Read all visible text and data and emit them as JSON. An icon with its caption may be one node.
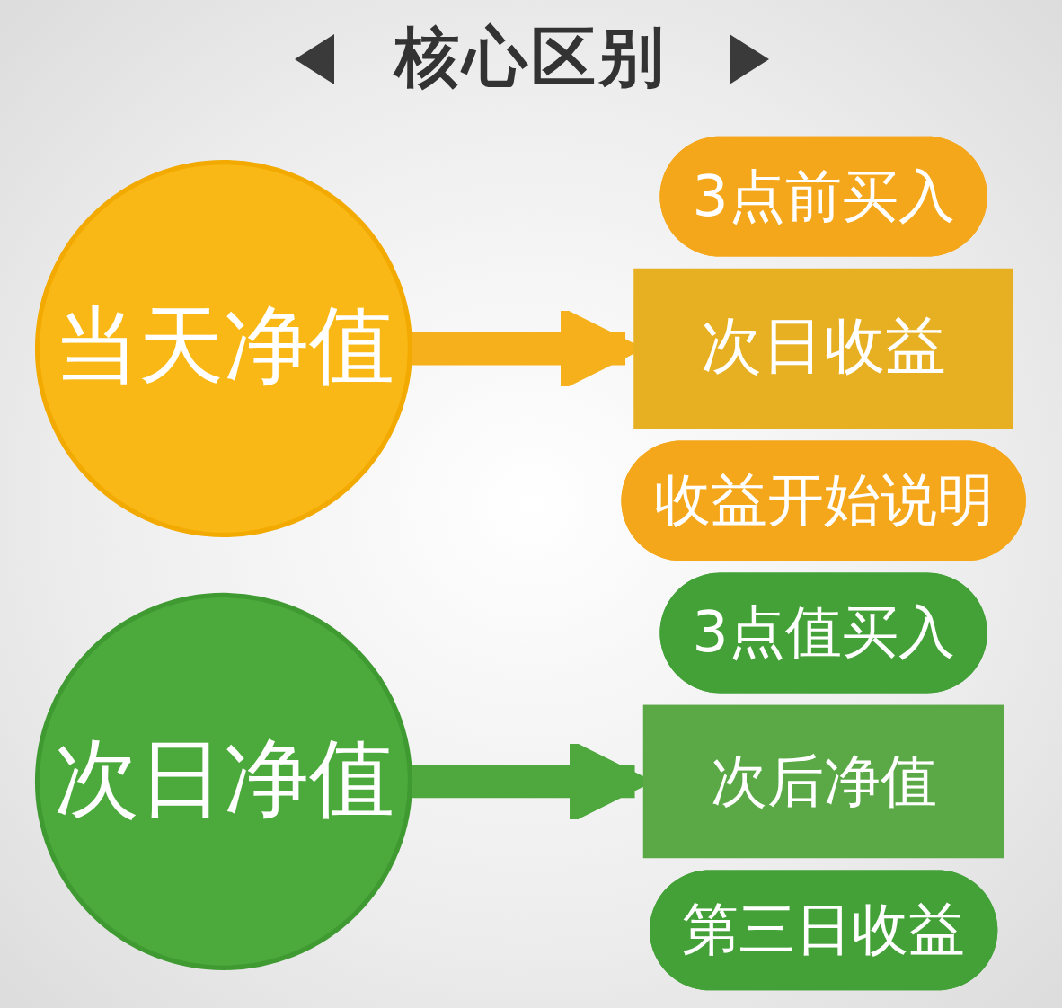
{
  "diagram": {
    "nodes": [
      {
        "text": [
          "当天净值"
        ]
      },
      {
        "text": [
          "3点前买入"
        ]
      },
      {
        "text": [
          "次日收益"
        ]
      },
      {
        "text": [
          "收益开始说明"
        ]
      },
      {
        "text": [
          "次日净值"
        ]
      },
      {
        "text": [
          "3点值买入"
        ]
      },
      {
        "text": [
          "次后净值"
        ]
      },
      {
        "text": [
          "第三日收益"
        ]
      }
    ],
    "edges": [
      {
        "from": 0,
        "to": 2,
        "arrow": "to",
        "color": "#f5b01c"
      },
      {
        "from": 4,
        "to": 6,
        "arrow": "to",
        "color": "#4ea83d"
      }
    ],
    "labels": [
      "核心区别"
    ]
  }
}
